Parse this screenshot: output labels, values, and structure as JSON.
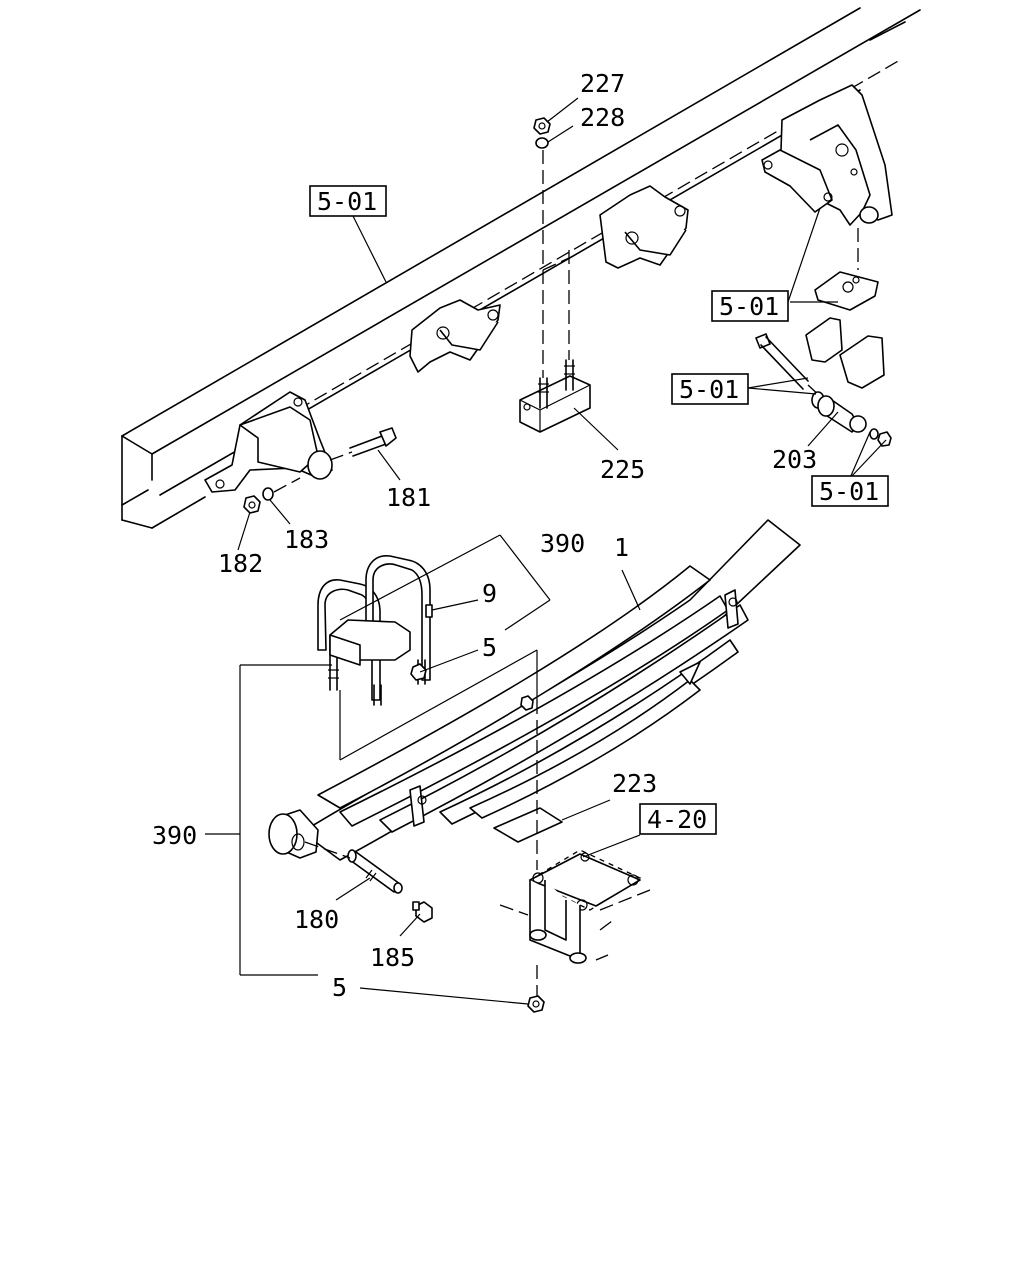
{
  "callouts": {
    "c227": "227",
    "c228": "228",
    "c225": "225",
    "c181": "181",
    "c182": "182",
    "c183": "183",
    "c203": "203",
    "c390_top": "390",
    "c390_left": "390",
    "c1": "1",
    "c9": "9",
    "c5_top": "5",
    "c5_bottom": "5",
    "c223": "223",
    "c180": "180",
    "c185": "185"
  },
  "references": {
    "ref_frame": "5-01",
    "ref_bracket": "5-01",
    "ref_bolt": "5-01",
    "ref_nut": "5-01",
    "ref_axle": "4-20"
  }
}
